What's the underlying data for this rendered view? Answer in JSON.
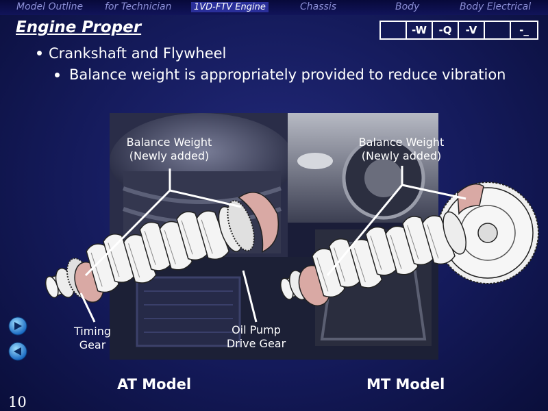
{
  "nav": {
    "items": [
      "Model Outline",
      "for Technician",
      "1VD-FTV Engine",
      "Chassis",
      "Body",
      "Body Electrical"
    ],
    "active_index": 2
  },
  "title": "Engine Proper",
  "variant_box": [
    "",
    "-W",
    "-Q",
    "-V",
    "",
    "-_"
  ],
  "bullets": {
    "level1": "Crankshaft and Flywheel",
    "level2": "Balance weight is appropriately provided to reduce vibration"
  },
  "figure": {
    "at_balance_weight": [
      "Balance Weight",
      "(Newly added)"
    ],
    "mt_balance_weight": [
      "Balance Weight",
      "(Newly added)"
    ],
    "timing_gear": [
      "Timing",
      "Gear"
    ],
    "oil_pump": [
      "Oil Pump",
      "Drive Gear"
    ],
    "at_model": "AT Model",
    "mt_model": "MT Model"
  },
  "page_number": "10",
  "icons": {
    "forward": "arrow-right-icon",
    "back": "arrow-left-icon"
  },
  "colors": {
    "nav_inactive": "#8c8fd6",
    "balance_weight": "#d9a9a4"
  }
}
